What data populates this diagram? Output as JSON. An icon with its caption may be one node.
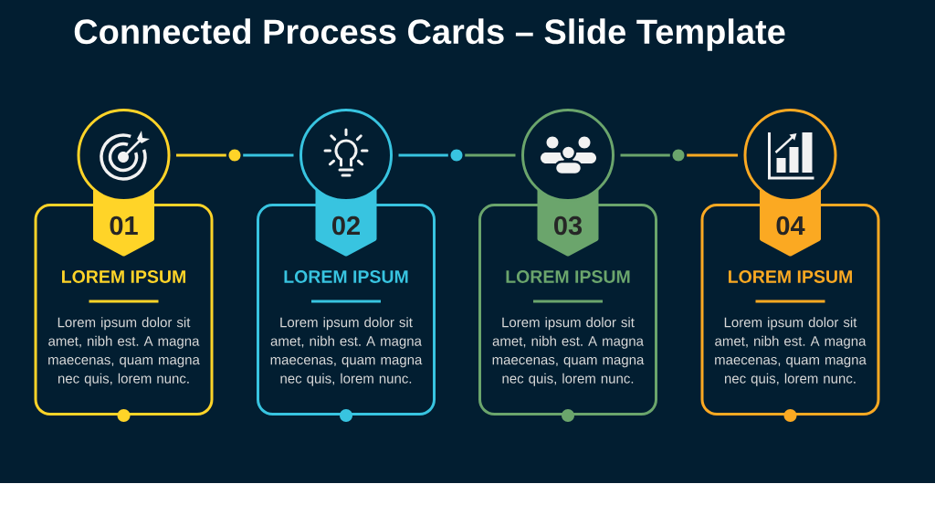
{
  "diagram": {
    "title": "Connected Process Cards – Slide Template",
    "nodes": [
      {
        "text": [],
        "shape": "circle"
      },
      {
        "text": [
          "01"
        ]
      },
      {
        "text": [
          "LOREM IPSUM",
          "Lorem ipsum dolor sit amet, nibh est. A magna maecenas, quam magna nec quis, lorem nunc."
        ]
      },
      {
        "text": [],
        "shape": "dot"
      },
      {
        "text": [],
        "shape": "circle"
      },
      {
        "text": [
          "02"
        ]
      },
      {
        "text": [
          "LOREM IPSUM",
          "Lorem ipsum dolor sit amet, nibh est. A magna maecenas, quam magna nec quis, lorem nunc."
        ]
      },
      {
        "text": [],
        "shape": "dot"
      },
      {
        "text": [],
        "shape": "circle"
      },
      {
        "text": [
          "03"
        ]
      },
      {
        "text": [
          "LOREM IPSUM",
          "Lorem ipsum dolor sit amet, nibh est. A magna maecenas, quam magna nec quis, lorem nunc."
        ]
      },
      {
        "text": [],
        "shape": "dot"
      },
      {
        "text": [],
        "shape": "circle"
      },
      {
        "text": [
          "04"
        ]
      },
      {
        "text": [
          "LOREM IPSUM",
          "Lorem ipsum dolor sit amet, nibh est. A magna maecenas, quam magna nec quis, lorem nunc."
        ]
      }
    ],
    "edges": [
      {
        "from": 0,
        "to": 3,
        "arrow": "none",
        "color": "#ffd428"
      },
      {
        "from": 3,
        "to": 4,
        "arrow": "none",
        "color": "#38c4e0"
      },
      {
        "from": 4,
        "to": 7,
        "arrow": "none",
        "color": "#38c4e0"
      },
      {
        "from": 7,
        "to": 8,
        "arrow": "none",
        "color": "#6ba56c"
      },
      {
        "from": 8,
        "to": 11,
        "arrow": "none",
        "color": "#6ba56c"
      },
      {
        "from": 11,
        "to": 12,
        "arrow": "none",
        "color": "#fba922"
      }
    ]
  }
}
